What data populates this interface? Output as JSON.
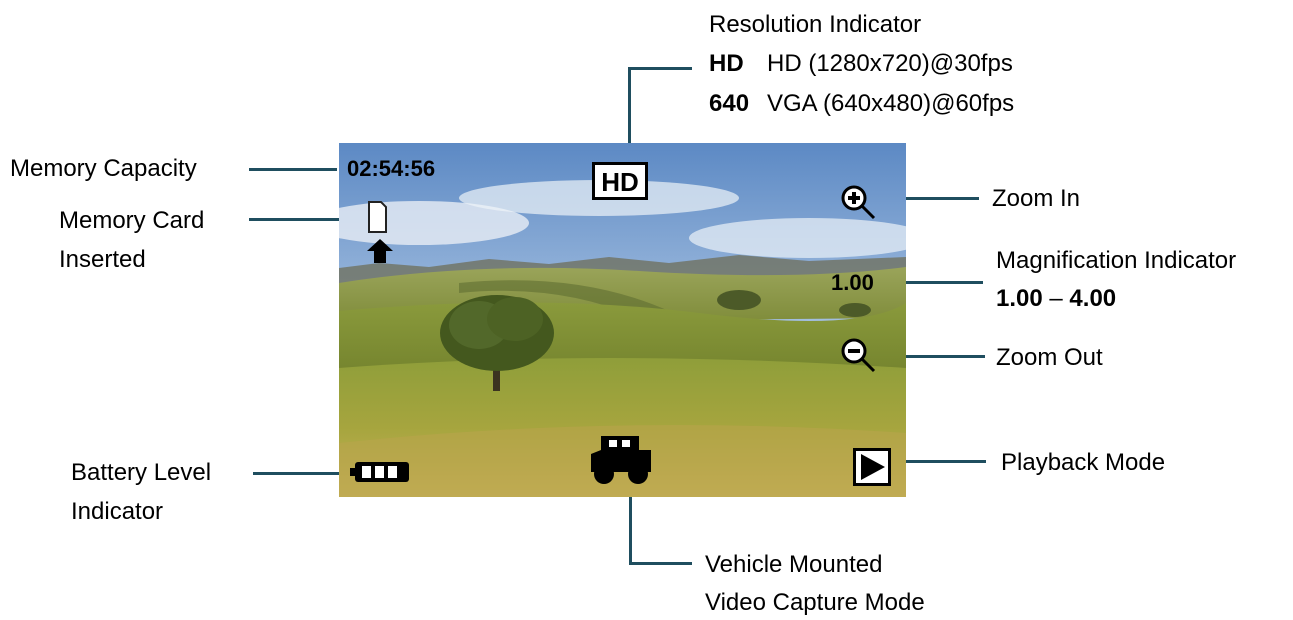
{
  "resolution": {
    "title": "Resolution Indicator",
    "options": [
      {
        "code": "HD",
        "desc": "HD (1280x720)@30fps"
      },
      {
        "code": "640",
        "desc": "VGA (640x480)@60fps"
      }
    ]
  },
  "labels": {
    "memory_capacity": "Memory Capacity",
    "memory_card_line1": "Memory Card",
    "memory_card_line2": "Inserted",
    "zoom_in": "Zoom In",
    "magnification_title": "Magnification Indicator",
    "magnification_min": "1.00",
    "magnification_dash": "–",
    "magnification_max": "4.00",
    "zoom_out": "Zoom Out",
    "playback_mode": "Playback Mode",
    "battery_line1": "Battery Level",
    "battery_line2": "Indicator",
    "vehicle_line1": "Vehicle Mounted",
    "vehicle_line2": "Video Capture Mode"
  },
  "screen": {
    "time_remaining": "02:54:56",
    "resolution_badge": "HD",
    "magnification_value": "1.00"
  },
  "icons": {
    "memory_card": "sd-card-icon",
    "card_arrow": "arrow-up-icon",
    "zoom_in": "zoom-in-icon",
    "zoom_out": "zoom-out-icon",
    "battery": "battery-icon",
    "vehicle": "vehicle-icon",
    "playback": "play-icon"
  },
  "colors": {
    "leader_line": "#1f4e5f"
  }
}
